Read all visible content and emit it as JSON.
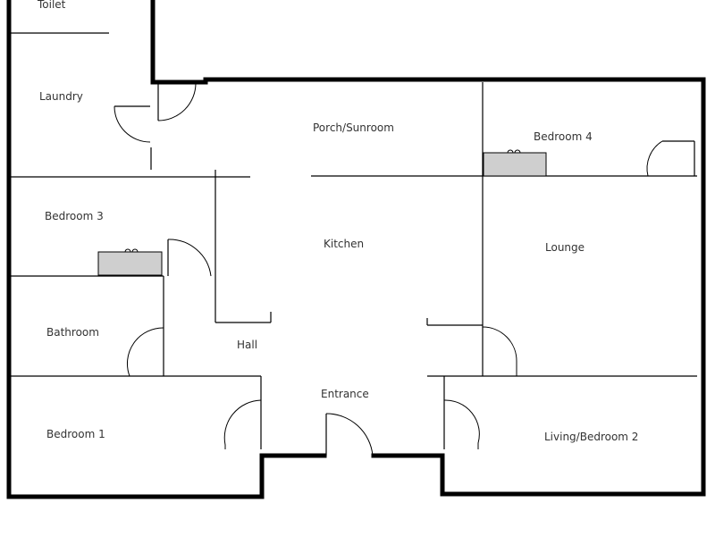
{
  "plan": {
    "rooms": [
      {
        "key": "toilet",
        "label": "Toilet"
      },
      {
        "key": "laundry",
        "label": "Laundry"
      },
      {
        "key": "porch",
        "label": "Porch/Sunroom"
      },
      {
        "key": "bedroom4",
        "label": "Bedroom 4"
      },
      {
        "key": "bedroom3",
        "label": "Bedroom 3"
      },
      {
        "key": "kitchen",
        "label": "Kitchen"
      },
      {
        "key": "lounge",
        "label": "Lounge"
      },
      {
        "key": "bathroom",
        "label": "Bathroom"
      },
      {
        "key": "hall",
        "label": "Hall"
      },
      {
        "key": "entrance",
        "label": "Entrance"
      },
      {
        "key": "bedroom1",
        "label": "Bedroom 1"
      },
      {
        "key": "living2",
        "label": "Living/Bedroom 2"
      }
    ]
  }
}
